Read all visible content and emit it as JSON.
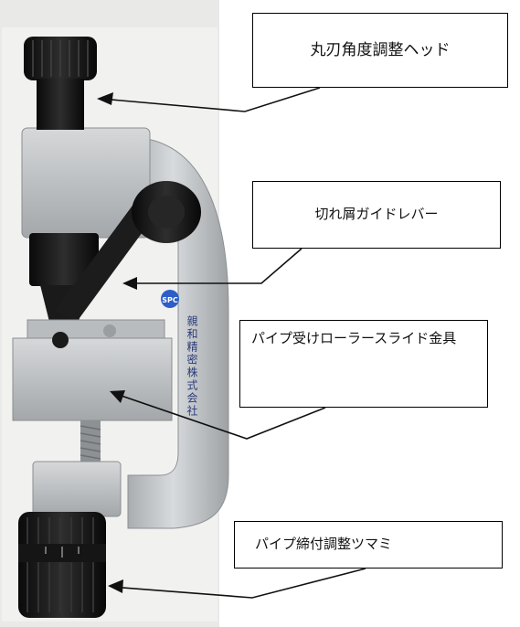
{
  "labels": {
    "head": "丸刃角度調整ヘッド",
    "lever": "切れ屑ガイドレバー",
    "slide": "パイプ受けローラースライド金具",
    "knob": "パイプ締付調整ツマミ"
  },
  "product": {
    "logo": "SPC",
    "maker": "親和精密株式会社"
  },
  "colors": {
    "aluminum": "#c9ccce",
    "black_part": "#141414"
  }
}
